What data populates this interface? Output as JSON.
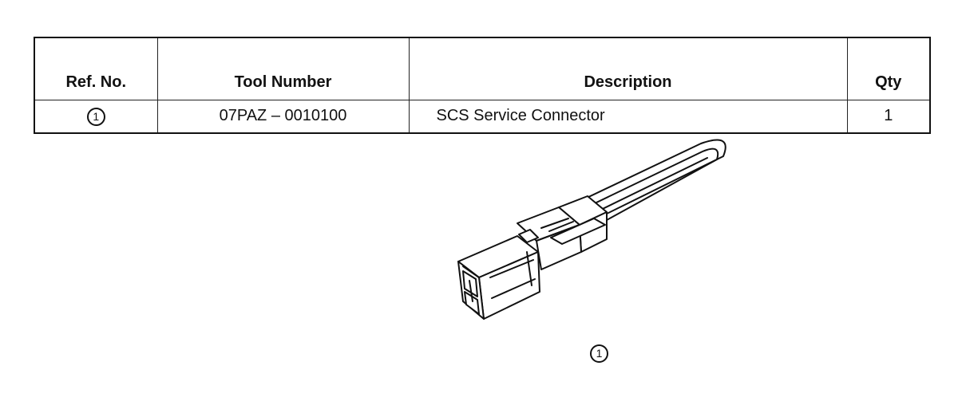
{
  "table": {
    "headers": {
      "ref_no": "Ref. No.",
      "tool_number": "Tool Number",
      "description": "Description",
      "qty": "Qty"
    },
    "rows": [
      {
        "ref_no": "1",
        "tool_number": "07PAZ – 0010100",
        "description": "SCS Service Connector",
        "qty": "1"
      }
    ]
  },
  "figure": {
    "label": "1",
    "icon": "scs-service-connector-illustration"
  }
}
